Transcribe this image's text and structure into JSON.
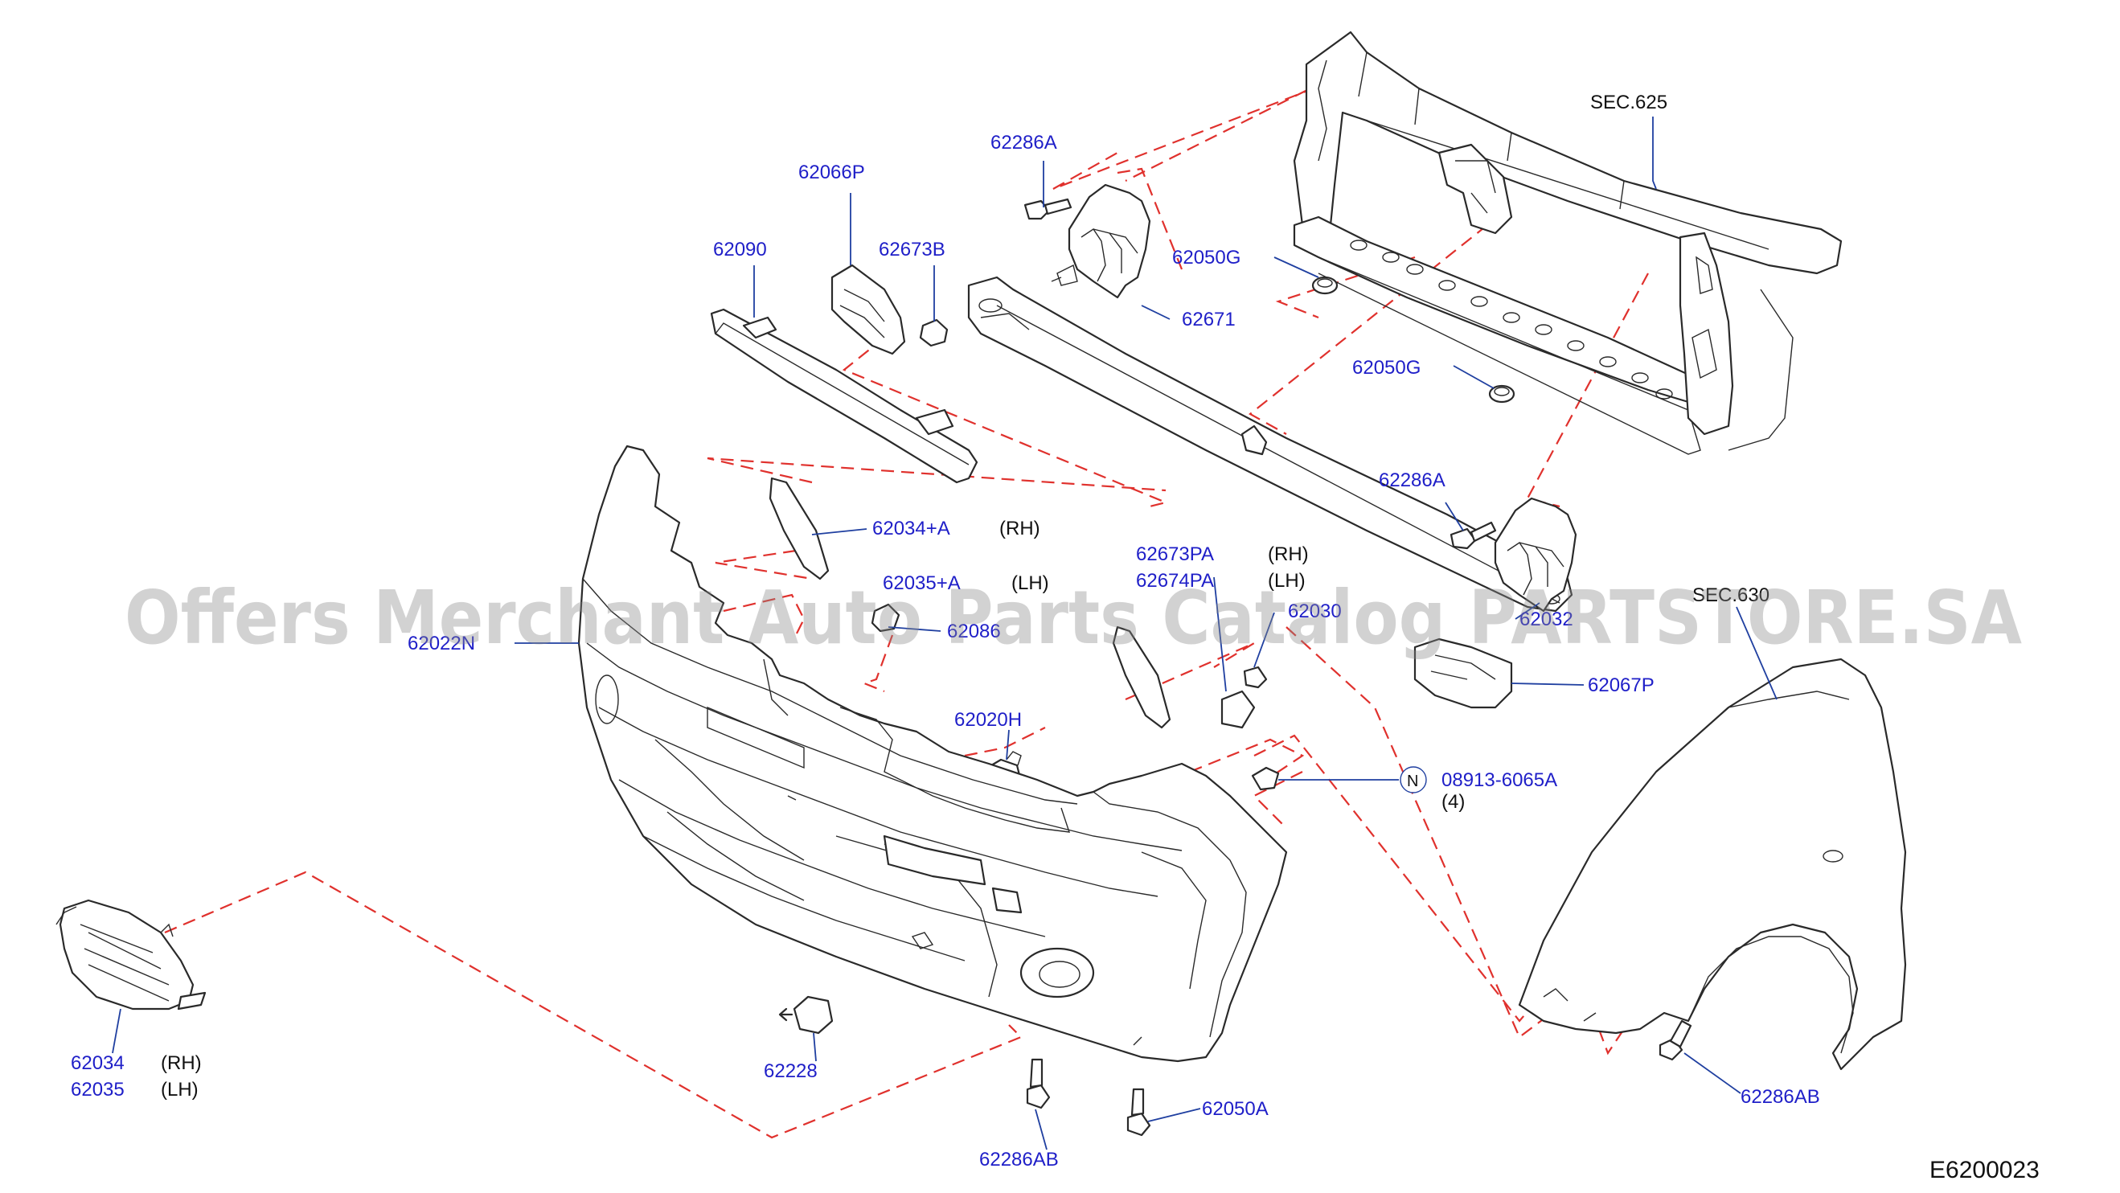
{
  "diagram": {
    "code": "E6200023",
    "watermark": "Offers Merchant Auto Parts Catalog PARTSTORE.SA",
    "colors": {
      "part_number": "#1f1fc8",
      "connector_line": "#e0312d",
      "outline": "#2a2a2a"
    },
    "labels": {
      "sec625": "SEC.625",
      "sec630": "SEC.630",
      "p62286A_1": "62286A",
      "p62066P": "62066P",
      "p62673B": "62673B",
      "p62090": "62090",
      "p62050G_1": "62050G",
      "p62671": "62671",
      "p62050G_2": "62050G",
      "p62286A_2": "62286A",
      "p62034A": "62034+A",
      "p62035A": "62035+A",
      "p62673PA": "62673PA",
      "p62674PA": "62674PA",
      "p62022N": "62022N",
      "p62086": "62086",
      "p62032": "62032",
      "p62030": "62030",
      "p62067P": "62067P",
      "p62020H": "62020H",
      "p08913": "08913-6065A",
      "qty4": "(4)",
      "nut_symbol": "N",
      "p62034": "62034",
      "p62035": "62035",
      "p62228": "62228",
      "p62286AB_1": "62286AB",
      "p62050A": "62050A",
      "p62286AB_2": "62286AB",
      "rh_1": "(RH)",
      "lh_1": "(LH)",
      "rh_2": "(RH)",
      "lh_2": "(LH)",
      "rh_3": "(RH)",
      "lh_3": "(LH)"
    }
  }
}
